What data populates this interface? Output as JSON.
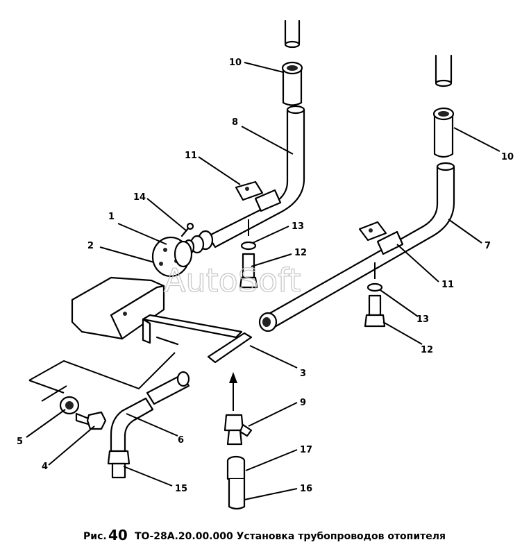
{
  "watermark": "AutoSoft",
  "caption": {
    "prefix": "Рис.",
    "number": "40",
    "text": "ТО-28А.20.00.000 Установка трубопроводов отопителя"
  },
  "callouts": [
    {
      "id": "c10a",
      "label": "10"
    },
    {
      "id": "c8",
      "label": "8"
    },
    {
      "id": "c11a",
      "label": "11"
    },
    {
      "id": "c14",
      "label": "14"
    },
    {
      "id": "c1",
      "label": "1"
    },
    {
      "id": "c13a",
      "label": "13"
    },
    {
      "id": "c2",
      "label": "2"
    },
    {
      "id": "c12a",
      "label": "12"
    },
    {
      "id": "c10b",
      "label": "10"
    },
    {
      "id": "c7",
      "label": "7"
    },
    {
      "id": "c11b",
      "label": "11"
    },
    {
      "id": "c13b",
      "label": "13"
    },
    {
      "id": "c12b",
      "label": "12"
    },
    {
      "id": "c3",
      "label": "3"
    },
    {
      "id": "c9",
      "label": "9"
    },
    {
      "id": "c5",
      "label": "5"
    },
    {
      "id": "c6",
      "label": "6"
    },
    {
      "id": "c4",
      "label": "4"
    },
    {
      "id": "c17",
      "label": "17"
    },
    {
      "id": "c15",
      "label": "15"
    },
    {
      "id": "c16",
      "label": "16"
    }
  ]
}
